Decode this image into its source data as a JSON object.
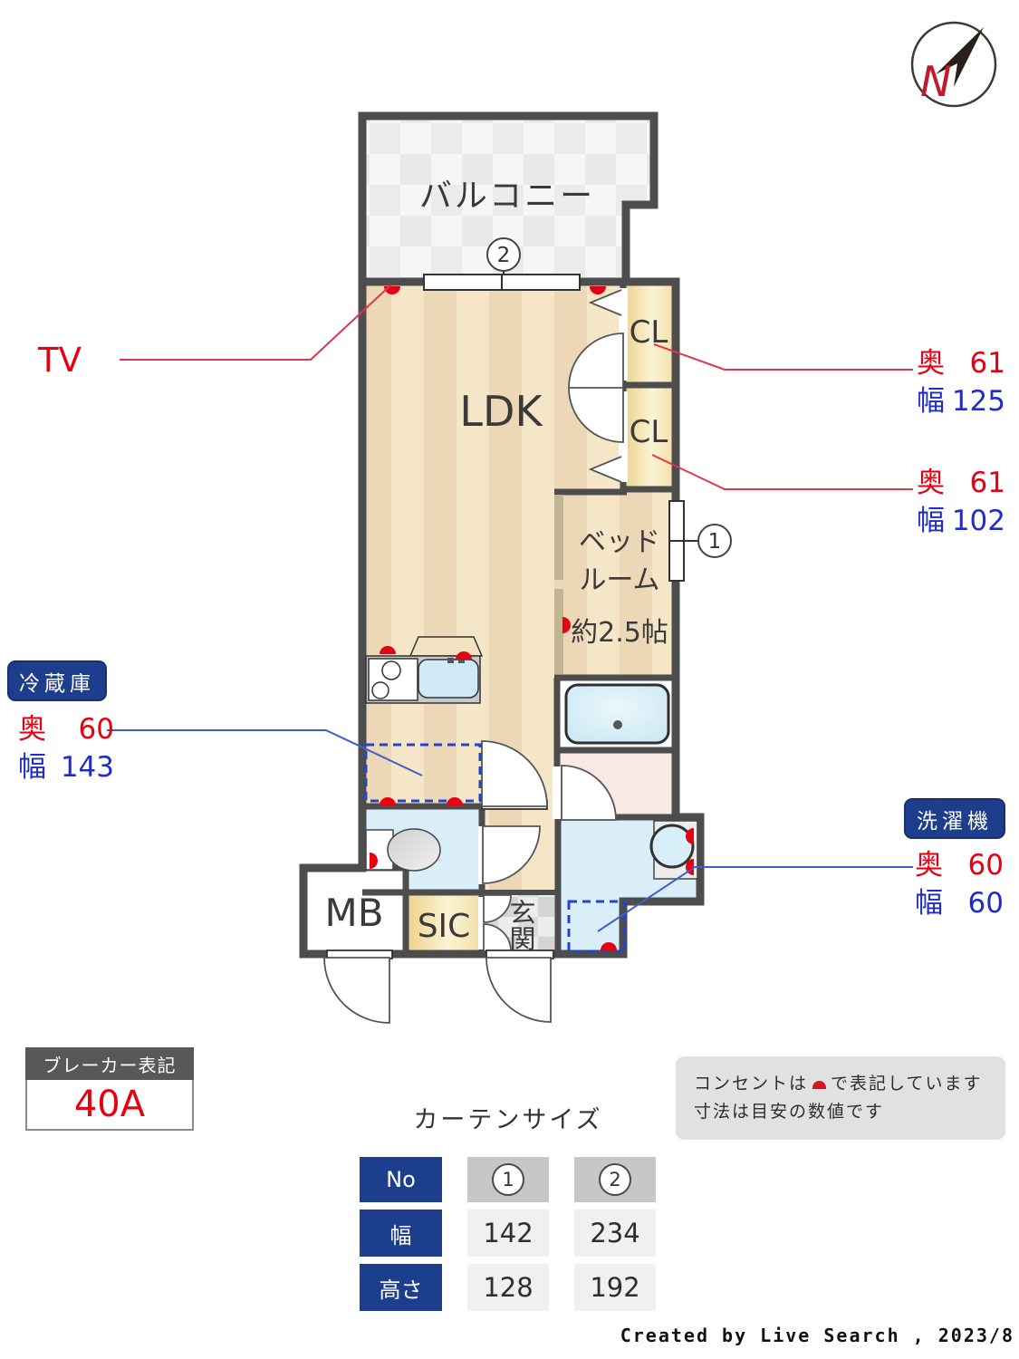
{
  "compass": {
    "north_label": "N"
  },
  "plan": {
    "balcony": "バルコニー",
    "ldk": "LDK",
    "cl_upper": "CL",
    "cl_lower": "CL",
    "bedroom_line1": "ベッド",
    "bedroom_line2": "ルーム",
    "bedroom_area": "約2.5帖",
    "mb": "MB",
    "sic": "SIC",
    "genkan": "玄関",
    "window1_no": "1",
    "window2_no": "2"
  },
  "annotations": {
    "tv": "TV",
    "cl_upper_dims": {
      "depth_label": "奥",
      "depth": "61",
      "width_label": "幅",
      "width": "125"
    },
    "cl_lower_dims": {
      "depth_label": "奥",
      "depth": "61",
      "width_label": "幅",
      "width": "102"
    },
    "fridge": {
      "badge": "冷蔵庫",
      "depth_label": "奥",
      "depth": "60",
      "width_label": "幅",
      "width": "143"
    },
    "washer": {
      "badge": "洗濯機",
      "depth_label": "奥",
      "depth": "60",
      "width_label": "幅",
      "width": "60"
    }
  },
  "breaker": {
    "title": "ブレーカー表記",
    "value": "40A"
  },
  "notes": {
    "line1_before": "コンセントは",
    "line1_after": "で表記しています",
    "line2": "寸法は目安の数値です"
  },
  "curtain_table": {
    "title": "カーテンサイズ",
    "no_label": "No",
    "col1_no": "1",
    "col2_no": "2",
    "row_width": {
      "label": "幅",
      "v1": "142",
      "v2": "234"
    },
    "row_height": {
      "label": "高さ",
      "v1": "128",
      "v2": "192"
    }
  },
  "credit": "Created by Live Search , 2023/8",
  "colors": {
    "wall": "#4d4d4d",
    "outlet_red": "#e60012",
    "dim_red": "#e60012",
    "dim_blue": "#1f2cc8",
    "badge_blue": "#1d3e8c",
    "floor_light": "#f5e6c8",
    "floor_dark": "#ecd8b6",
    "closet_yellow": "#f0d795",
    "water_blue": "#d9eef8",
    "powder_pink": "#f8e9e5"
  }
}
